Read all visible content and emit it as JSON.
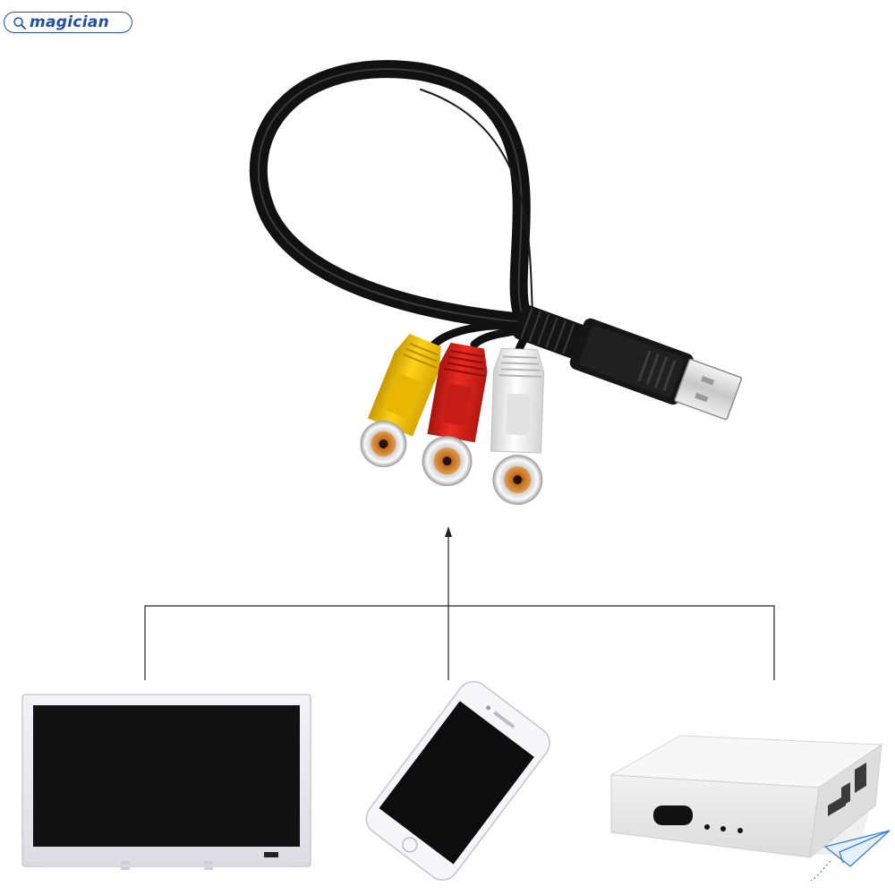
{
  "logo": {
    "text": "magician",
    "icon": "magnifier-icon",
    "color": "#1f4fa0"
  },
  "product": {
    "cable_color": "#111111",
    "plugs": [
      {
        "color_name": "yellow",
        "color": "#f2c200"
      },
      {
        "color_name": "red",
        "color": "#d8231c"
      },
      {
        "color_name": "white",
        "color": "#eeeeee"
      }
    ],
    "connector": "usb-a-male"
  },
  "devices": [
    {
      "name": "television",
      "icon": "tv-icon"
    },
    {
      "name": "smartphone",
      "icon": "phone-icon"
    },
    {
      "name": "set-top-box",
      "icon": "set-top-box-icon"
    }
  ],
  "watermark": {
    "icon": "paper-plane-icon",
    "color": "#3a7fd8"
  }
}
